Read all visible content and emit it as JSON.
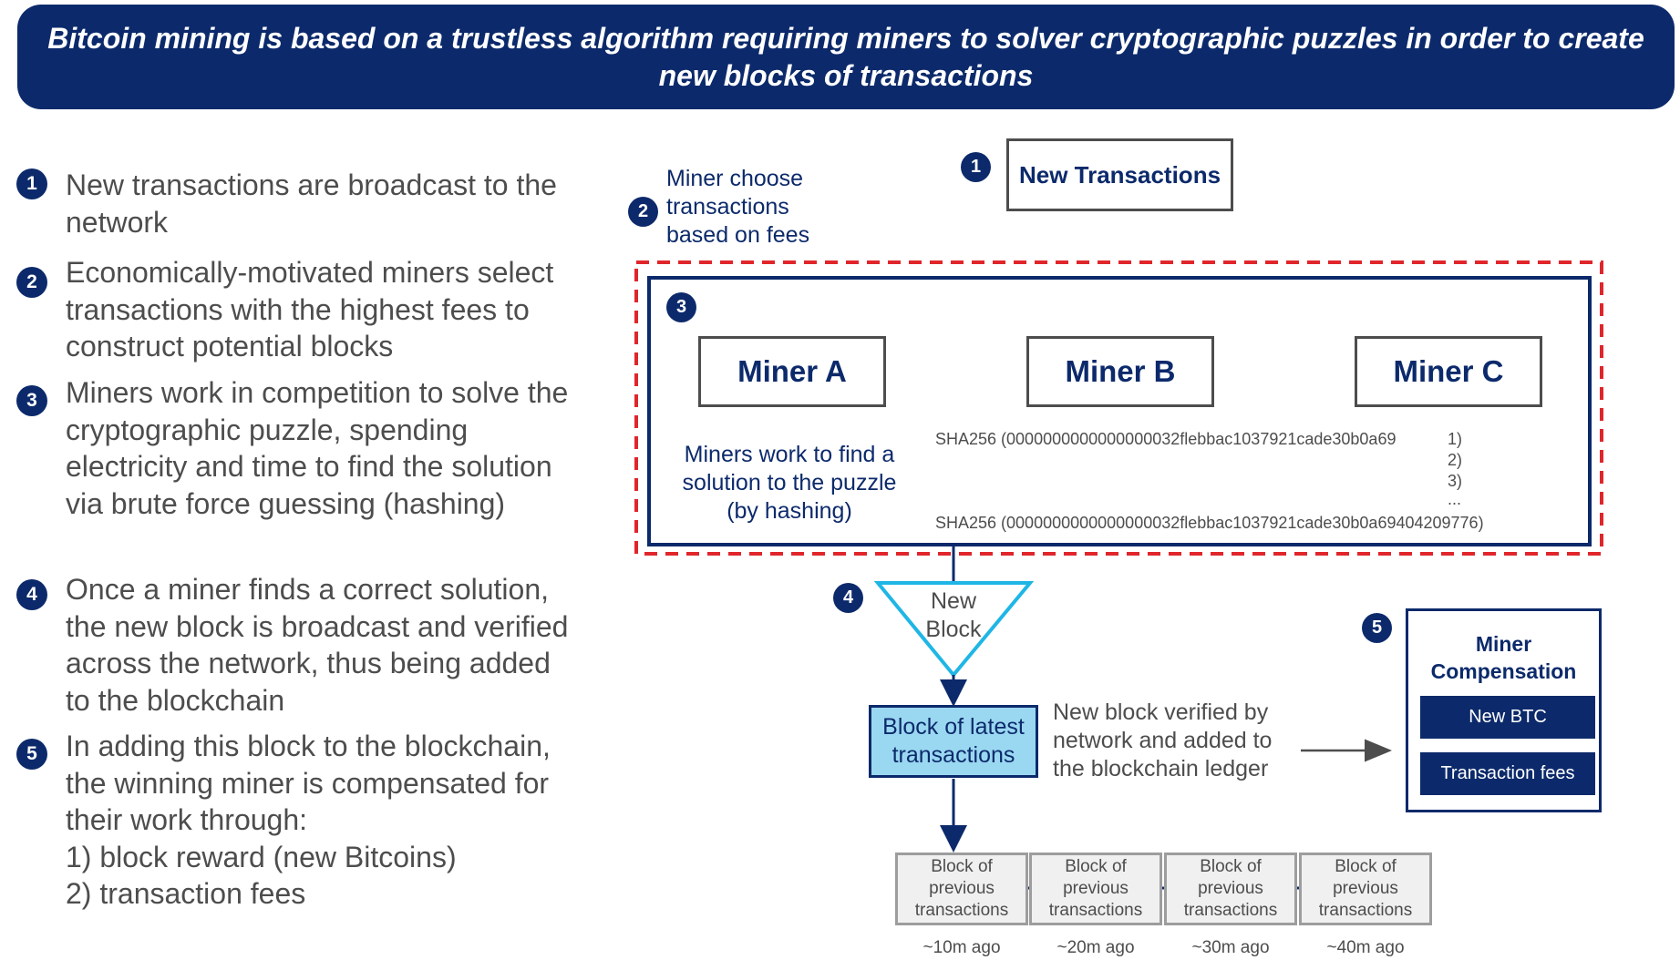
{
  "header": {
    "title": "Bitcoin mining is based on a trustless algorithm requiring miners to solver cryptographic puzzles in order to create new blocks of transactions"
  },
  "steps": [
    {
      "num": "1",
      "text": "New transactions are broadcast to the network"
    },
    {
      "num": "2",
      "text": "Economically-motivated miners select transactions with the highest fees to construct potential blocks"
    },
    {
      "num": "3",
      "text": "Miners work in competition to solve the cryptographic puzzle, spending electricity and time to find the solution via brute force guessing (hashing)"
    },
    {
      "num": "4",
      "text": "Once a miner finds a correct solution, the new block is broadcast and verified across the network, thus being added to the blockchain"
    },
    {
      "num": "5",
      "text": "In adding this block to the blockchain, the winning miner is compensated for their work through:\n1) block reward (new Bitcoins)\n2) transaction fees"
    }
  ],
  "diagram": {
    "new_transactions": {
      "num": "1",
      "label": "New Transactions"
    },
    "choose": {
      "num": "2",
      "label": "Miner choose transactions based on fees"
    },
    "mining": {
      "num": "3",
      "miners": [
        "Miner A",
        "Miner B",
        "Miner C"
      ],
      "work_label": "Miners work to find a solution to the puzzle (by hashing)",
      "hash_first": "SHA256 (0000000000000000032flebbac1037921cade30b0a69",
      "hash_markers": [
        "1)",
        "2)",
        "3)",
        "..."
      ],
      "hash_last": "SHA256 (0000000000000000032flebbac1037921cade30b0a69404209776)"
    },
    "new_block": {
      "num": "4",
      "label": "New Block"
    },
    "latest_block": {
      "label": "Block of latest transactions"
    },
    "verified_label": "New block verified by network and added to the blockchain ledger",
    "compensation": {
      "num": "5",
      "title": "Miner Compensation",
      "items": [
        "New BTC",
        "Transaction fees"
      ]
    },
    "previous_blocks": [
      {
        "label": "Block of previous transactions",
        "ago": "~10m ago"
      },
      {
        "label": "Block of previous transactions",
        "ago": "~20m ago"
      },
      {
        "label": "Block of previous transactions",
        "ago": "~30m ago"
      },
      {
        "label": "Block of previous transactions",
        "ago": "~40m ago"
      }
    ]
  },
  "colors": {
    "navy": "#0c2a6b",
    "red_dashed": "#e0262b",
    "block_fill": "#9ad8f1",
    "triangle_stroke": "#1fb6e6",
    "gray_text": "#4d4d4d"
  }
}
